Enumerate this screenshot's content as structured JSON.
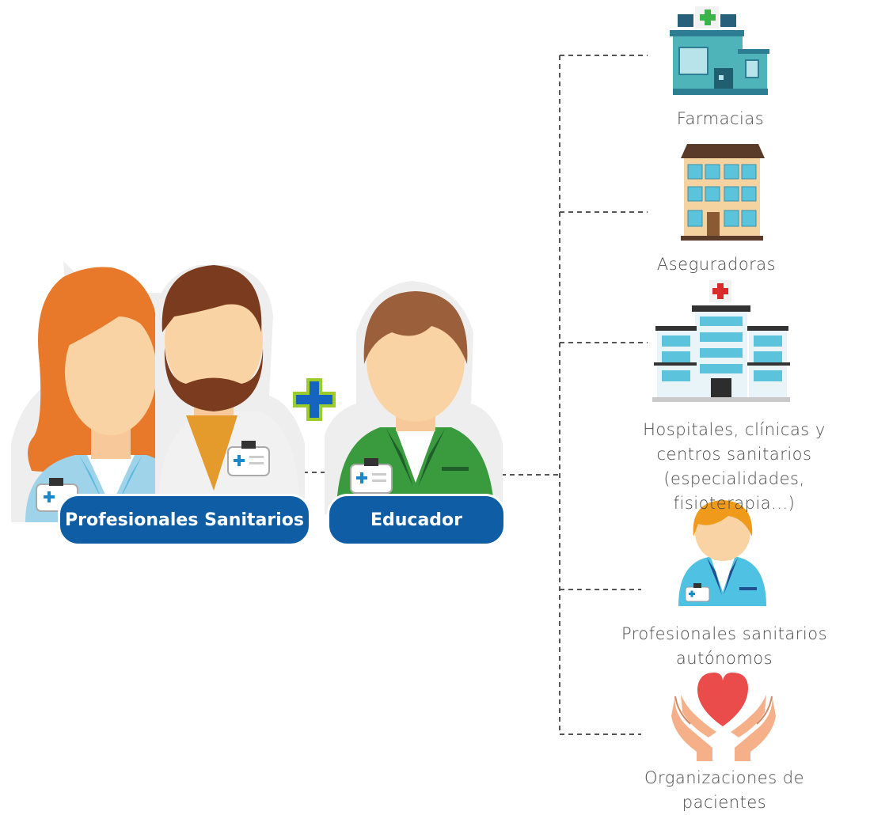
{
  "groups": {
    "professionals_label": "Profesionales Sanitarios",
    "educator_label": "Educador"
  },
  "destinations": [
    {
      "icon": "pharmacy-icon",
      "lines": [
        "Farmacias"
      ]
    },
    {
      "icon": "insurer-building-icon",
      "lines": [
        "Aseguradoras"
      ]
    },
    {
      "icon": "hospital-icon",
      "lines": [
        "Hospitales, clínicas y",
        "centros sanitarios",
        "(especialidades, fisioterapia...)"
      ]
    },
    {
      "icon": "nurse-icon",
      "lines": [
        "Profesionales sanitarios",
        "autónomos"
      ]
    },
    {
      "icon": "heart-hands-icon",
      "lines": [
        "Organizaciones de",
        "pacientes"
      ]
    }
  ],
  "colors": {
    "pill": "#0f5ea5",
    "connector": "#555555",
    "plus_blue": "#1565c0",
    "plus_green": "#9ccc2b"
  }
}
